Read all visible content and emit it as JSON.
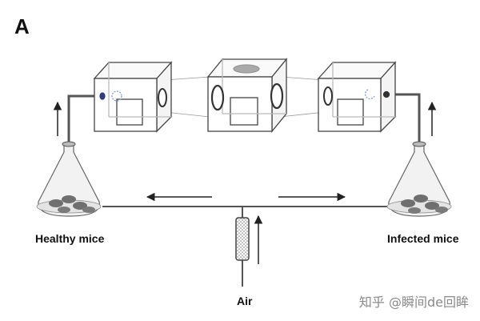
{
  "panel_letter": "A",
  "labels": {
    "healthy": "Healthy mice",
    "infected": "Infected mice",
    "air": "Air"
  },
  "watermark": "知乎 @瞬间de回眸",
  "colors": {
    "line": "#555555",
    "cage_stroke": "#444444",
    "flask_fill": "#f0f0f0",
    "mouse": "#6f6f6f",
    "filter_fill": "#d9d9d9",
    "blue_accent": "#7da0d8"
  }
}
